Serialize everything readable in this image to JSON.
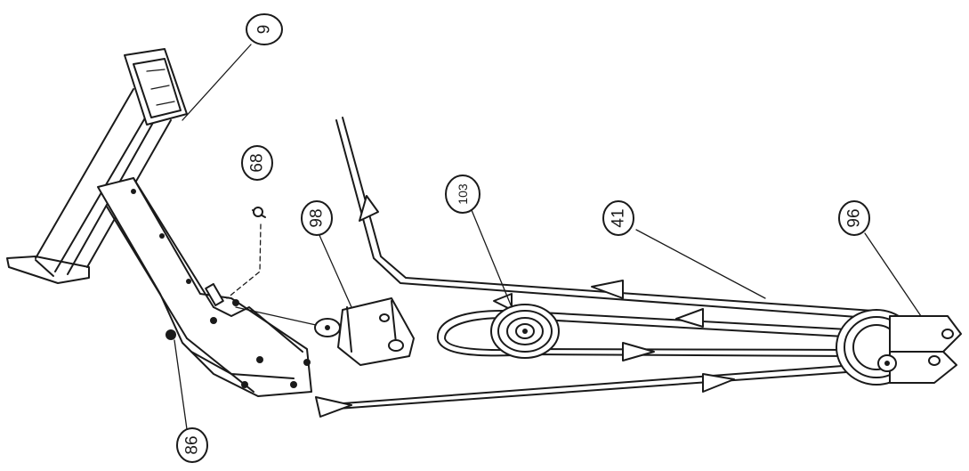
{
  "callouts": {
    "c9": "9",
    "c68": "68",
    "c98": "98",
    "c103": "103",
    "c41": "41",
    "c96": "96",
    "c86": "86"
  },
  "colors": {
    "line": "#1a1a1a",
    "background": "#ffffff"
  }
}
